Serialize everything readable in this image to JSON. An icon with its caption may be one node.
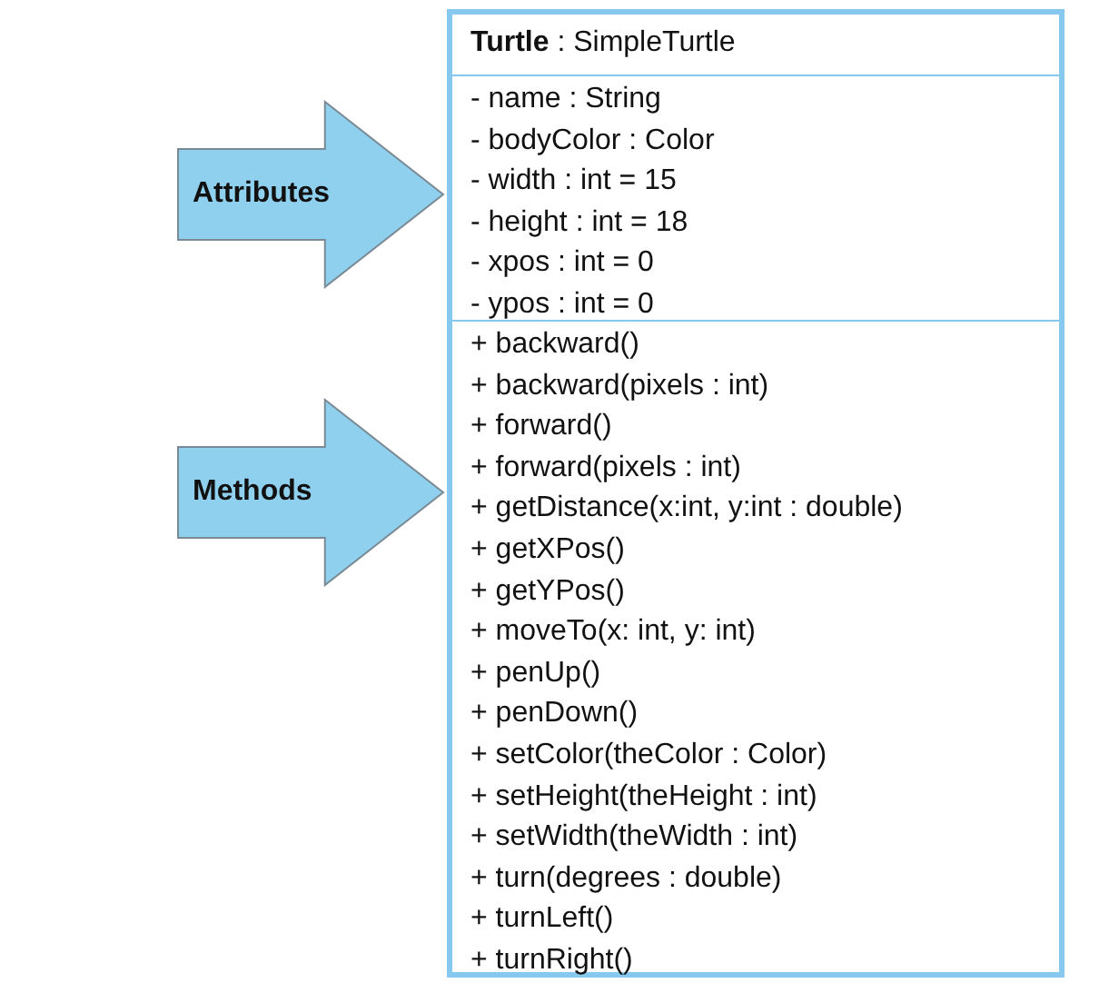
{
  "diagram": {
    "nodes": [
      {
        "text": [],
        "shape": "box"
      },
      {
        "text": [
          "**Turtle** : SimpleTurtle"
        ],
        "in": 0
      },
      {
        "text": [
          "- name : String",
          "- bodyColor : Color",
          "- width : int = 15",
          "- height : int = 18",
          "- xpos : int = 0",
          "- ypos : int = 0"
        ],
        "in": 0
      },
      {
        "text": [
          "+ backward()",
          "+ backward(pixels : int)",
          "+ forward()",
          "+ forward(pixels : int)",
          "+ getDistance(x:int, y:int : double)",
          "+ getXPos()",
          "+ getYPos()",
          "+ moveTo(x: int, y: int)",
          "+ penUp()",
          "+ penDown()",
          "+ setColor(theColor : Color)",
          "+ setHeight(theHeight : int)",
          "+ setWidth(theWidth : int)",
          "+ turn(degrees : double)",
          "+ turnLeft()",
          "+ turnRight()"
        ],
        "in": 0
      },
      {
        "text": [
          "Attributes"
        ]
      },
      {
        "text": [
          "Methods"
        ]
      }
    ]
  }
}
